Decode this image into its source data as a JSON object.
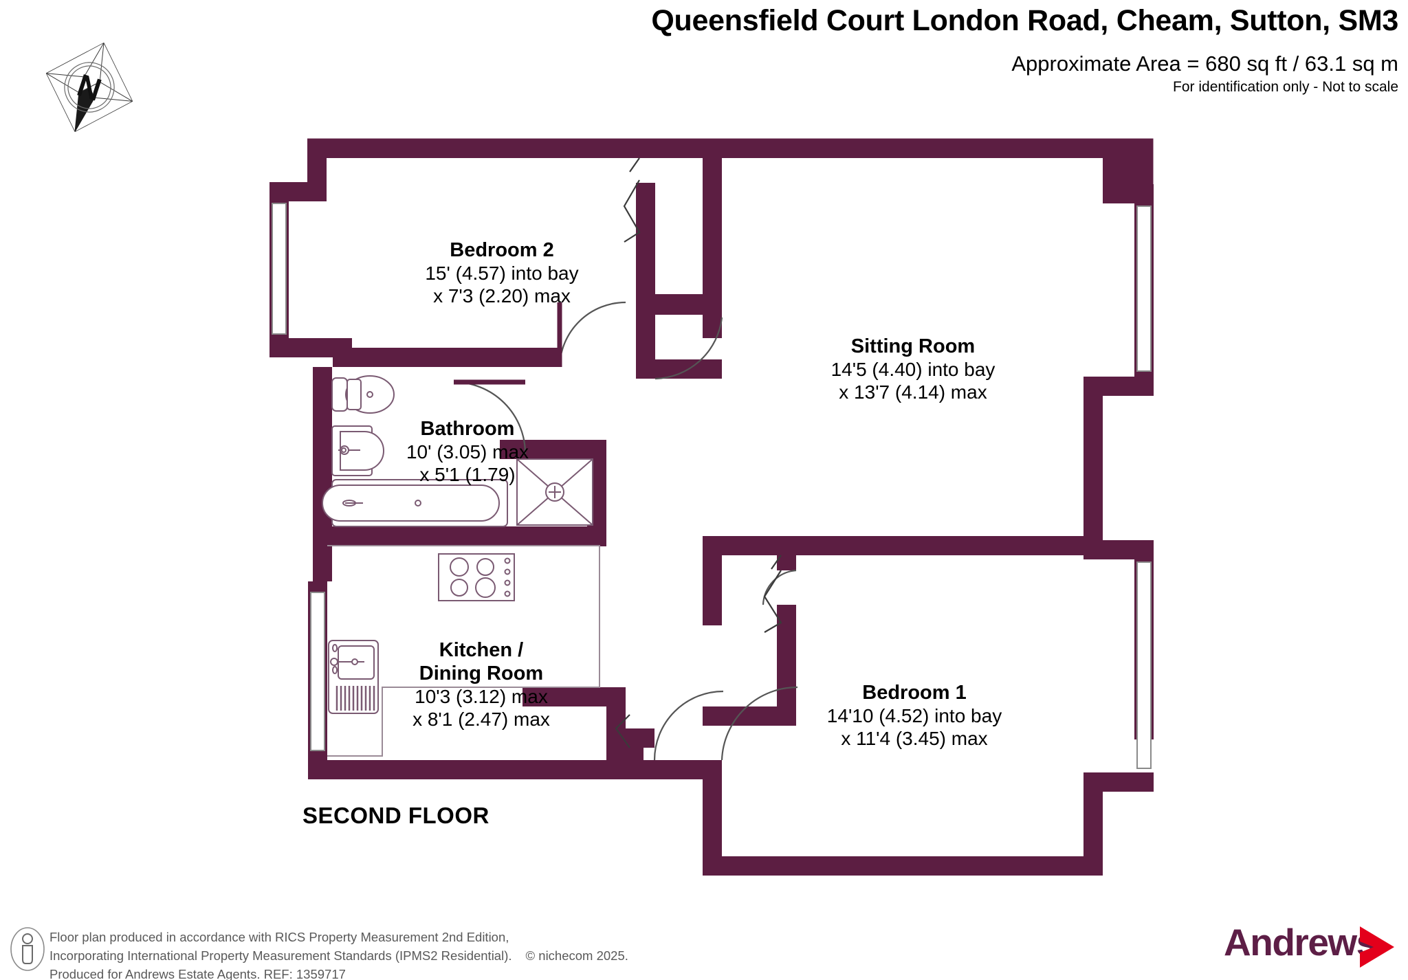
{
  "header": {
    "title": "Queensfield Court London Road, Cheam, Sutton, SM3",
    "area": "Approximate Area = 680 sq ft / 63.1 sq m",
    "identification": "For identification only - Not to scale"
  },
  "compass": {
    "north_letter": "N"
  },
  "floor_label": "SECOND FLOOR",
  "rooms": [
    {
      "name": "Bedroom 2",
      "dim1": "15' (4.57) into bay",
      "dim2": "x 7'3 (2.20) max"
    },
    {
      "name": "Sitting Room",
      "dim1": "14'5 (4.40) into bay",
      "dim2": "x 13'7 (4.14) max"
    },
    {
      "name": "Bathroom",
      "dim1": "10' (3.05) max",
      "dim2": "x 5'1 (1.79)"
    },
    {
      "name": "Kitchen /",
      "name2": "Dining Room",
      "dim1": "10'3 (3.12) max",
      "dim2": "x 8'1 (2.47) max"
    },
    {
      "name": "Bedroom 1",
      "dim1": "14'10 (4.52) into bay",
      "dim2": "x 11'4 (3.45) max"
    }
  ],
  "footer": {
    "line1": "Floor plan produced in accordance with RICS Property Measurement 2nd Edition,",
    "line2a": "Incorporating International Property Measurement Standards (IPMS2 Residential).",
    "line2b": "© nichecom 2025.",
    "line3": "Produced for Andrews Estate Agents.   REF: 1359717"
  },
  "logo": {
    "brand": "Andrews",
    "brand_color": "#5d1e46",
    "chevron_color": "#e3001b"
  },
  "colors": {
    "wall": "#5c1e42",
    "fixture_stroke": "#7a5a72",
    "door_stroke": "#555555",
    "text": "#000000"
  }
}
